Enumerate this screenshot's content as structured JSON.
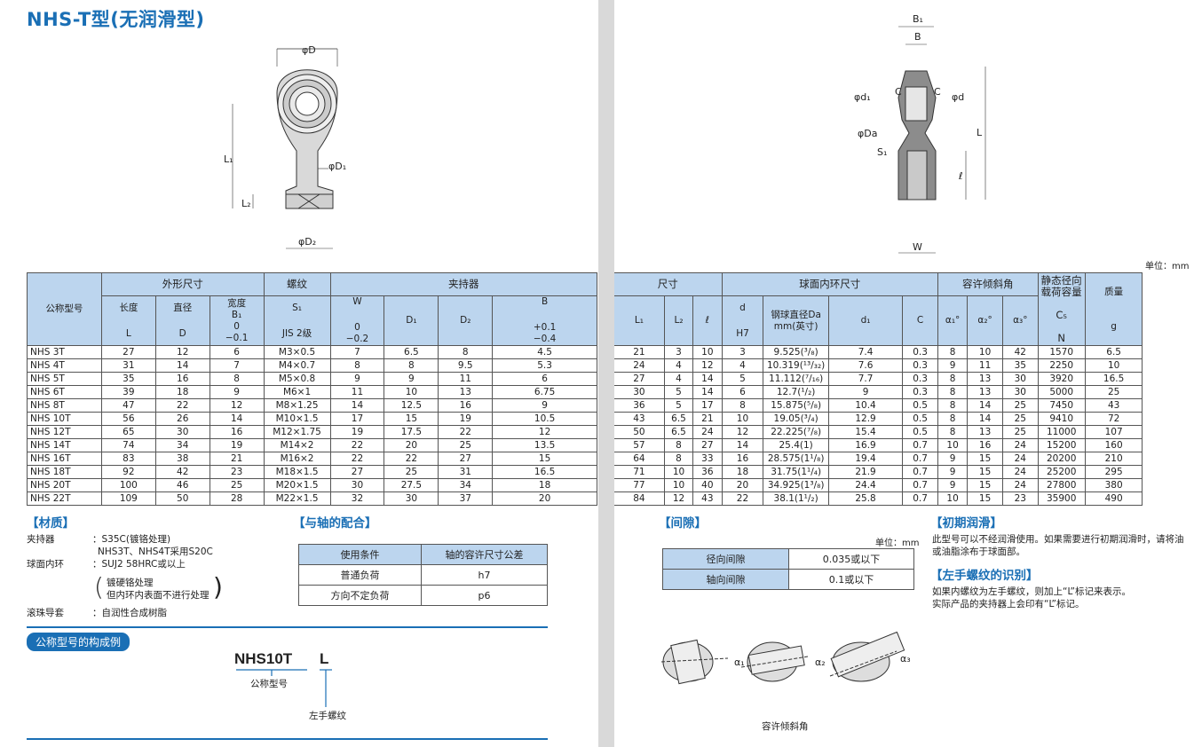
{
  "title": "NHS-T型(无润滑型)",
  "unit_label": "单位：mm",
  "unit_label2": "单位：mm",
  "drawing": {
    "phiD": "φD",
    "L1": "L₁",
    "phiD1": "φD₁",
    "L2": "L₂",
    "phiD2": "φD₂",
    "B1": "B₁",
    "B": "B",
    "C": "C",
    "phid1": "φd₁",
    "phid": "φd",
    "phiDa": "φDa",
    "S1": "S₁",
    "L": "L",
    "l": "ℓ",
    "W": "W"
  },
  "table": {
    "h_model": "公称型号",
    "h_outer": "外形尺寸",
    "h_thread": "螺纹",
    "h_holder": "夹持器",
    "h_size": "尺寸",
    "h_ring": "球面内环尺寸",
    "h_tilt": "容许倾斜角",
    "h_load1": "静态径向",
    "h_load2": "载荷容量",
    "h_mass": "质量",
    "h_len": "长度",
    "h_len_s": "L",
    "h_dia": "直径",
    "h_dia_s": "D",
    "h_wid": "宽度",
    "h_wid_b": "B₁",
    "h_wid_t": "0",
    "h_wid_t2": "−0.1",
    "h_thr": "S₁",
    "h_thr_s": "JIS 2级",
    "h_W": "W",
    "h_W_t": "0",
    "h_W_t2": "−0.2",
    "h_D1": "D₁",
    "h_D2": "D₂",
    "h_B": "B",
    "h_B_t": "+0.1",
    "h_B_t2": "−0.4",
    "h_L1": "L₁",
    "h_L2": "L₂",
    "h_l": "ℓ",
    "h_d": "d",
    "h_d_s": "H7",
    "h_Da": "钢球直径Da",
    "h_Da2": "mm(英寸)",
    "h_d1": "d₁",
    "h_C": "C",
    "h_a1": "α₁°",
    "h_a2": "α₂°",
    "h_a3": "α₃°",
    "h_Cs": "C₅",
    "h_Cs_s": "N",
    "h_g": "g",
    "rows": [
      [
        "NHS 3T",
        "27",
        "12",
        "6",
        "M3×0.5",
        "7",
        "6.5",
        "8",
        "4.5",
        "21",
        "3",
        "10",
        "3",
        "9.525(³/₈)",
        "7.4",
        "0.3",
        "8",
        "10",
        "42",
        "1570",
        "6.5"
      ],
      [
        "NHS 4T",
        "31",
        "14",
        "7",
        "M4×0.7",
        "8",
        "8",
        "9.5",
        "5.3",
        "24",
        "4",
        "12",
        "4",
        "10.319(¹³/₃₂)",
        "7.6",
        "0.3",
        "9",
        "11",
        "35",
        "2250",
        "10"
      ],
      [
        "NHS 5T",
        "35",
        "16",
        "8",
        "M5×0.8",
        "9",
        "9",
        "11",
        "6",
        "27",
        "4",
        "14",
        "5",
        "11.112(⁷/₁₆)",
        "7.7",
        "0.3",
        "8",
        "13",
        "30",
        "3920",
        "16.5"
      ],
      [
        "NHS 6T",
        "39",
        "18",
        "9",
        "M6×1",
        "11",
        "10",
        "13",
        "6.75",
        "30",
        "5",
        "14",
        "6",
        "12.7(¹/₂)",
        "9",
        "0.3",
        "8",
        "13",
        "30",
        "5000",
        "25"
      ],
      [
        "NHS 8T",
        "47",
        "22",
        "12",
        "M8×1.25",
        "14",
        "12.5",
        "16",
        "9",
        "36",
        "5",
        "17",
        "8",
        "15.875(⁵/₈)",
        "10.4",
        "0.5",
        "8",
        "14",
        "25",
        "7450",
        "43"
      ],
      [
        "NHS 10T",
        "56",
        "26",
        "14",
        "M10×1.5",
        "17",
        "15",
        "19",
        "10.5",
        "43",
        "6.5",
        "21",
        "10",
        "19.05(³/₄)",
        "12.9",
        "0.5",
        "8",
        "14",
        "25",
        "9410",
        "72"
      ],
      [
        "NHS 12T",
        "65",
        "30",
        "16",
        "M12×1.75",
        "19",
        "17.5",
        "22",
        "12",
        "50",
        "6.5",
        "24",
        "12",
        "22.225(⁷/₈)",
        "15.4",
        "0.5",
        "8",
        "13",
        "25",
        "11000",
        "107"
      ],
      [
        "NHS 14T",
        "74",
        "34",
        "19",
        "M14×2",
        "22",
        "20",
        "25",
        "13.5",
        "57",
        "8",
        "27",
        "14",
        "25.4(1)",
        "16.9",
        "0.7",
        "10",
        "16",
        "24",
        "15200",
        "160"
      ],
      [
        "NHS 16T",
        "83",
        "38",
        "21",
        "M16×2",
        "22",
        "22",
        "27",
        "15",
        "64",
        "8",
        "33",
        "16",
        "28.575(1¹/₈)",
        "19.4",
        "0.7",
        "9",
        "15",
        "24",
        "20200",
        "210"
      ],
      [
        "NHS 18T",
        "92",
        "42",
        "23",
        "M18×1.5",
        "27",
        "25",
        "31",
        "16.5",
        "71",
        "10",
        "36",
        "18",
        "31.75(1¹/₄)",
        "21.9",
        "0.7",
        "9",
        "15",
        "24",
        "25200",
        "295"
      ],
      [
        "NHS 20T",
        "100",
        "46",
        "25",
        "M20×1.5",
        "30",
        "27.5",
        "34",
        "18",
        "77",
        "10",
        "40",
        "20",
        "34.925(1³/₈)",
        "24.4",
        "0.7",
        "9",
        "15",
        "24",
        "27800",
        "380"
      ],
      [
        "NHS 22T",
        "109",
        "50",
        "28",
        "M22×1.5",
        "32",
        "30",
        "37",
        "20",
        "84",
        "12",
        "43",
        "22",
        "38.1(1¹/₂)",
        "25.8",
        "0.7",
        "10",
        "15",
        "23",
        "35900",
        "490"
      ]
    ]
  },
  "material": {
    "heading": "【材质】",
    "r1_label": "夹持器",
    "r1_val": "：S35C(镀铬处理)",
    "r1_val2": "NHS3T、NHS4T采用S20C",
    "r2_label": "球面内环",
    "r2_val": "：SUJ2 58HRC或以上",
    "r2_note1": "镀硬铬处理",
    "r2_note2": "但内环内表面不进行处理",
    "r3_label": "滚珠导套",
    "r3_val": "：自润性合成树脂"
  },
  "fit": {
    "heading": "【与轴的配合】",
    "h1": "使用条件",
    "h2": "轴的容许尺寸公差",
    "r1a": "普通负荷",
    "r1b": "h7",
    "r2a": "方向不定负荷",
    "r2b": "p6"
  },
  "clearance": {
    "heading": "【间隙】",
    "r1a": "径向间隙",
    "r1b": "0.035或以下",
    "r2a": "轴向间隙",
    "r2b": "0.1或以下"
  },
  "lube": {
    "heading": "【初期润滑】",
    "t1": "此型号可以不经润滑使用。如果需要进行初期润滑时，请将油",
    "t2": "或油脂涂布于球面部。"
  },
  "left_thread": {
    "heading": "【左手螺纹的识别】",
    "t1": "如果内螺纹为左手螺纹，则加上“L”标记来表示。",
    "t2": "实际产品的夹持器上会印有“L”标记。"
  },
  "example": {
    "pill": "公称型号的构成例",
    "code": "NHS10T",
    "suffix": "L",
    "label1": "公称型号",
    "label2": "左手螺纹"
  },
  "angles": {
    "a1": "α₁",
    "a2": "α₂",
    "a3": "α₃",
    "caption": "容许倾斜角"
  }
}
